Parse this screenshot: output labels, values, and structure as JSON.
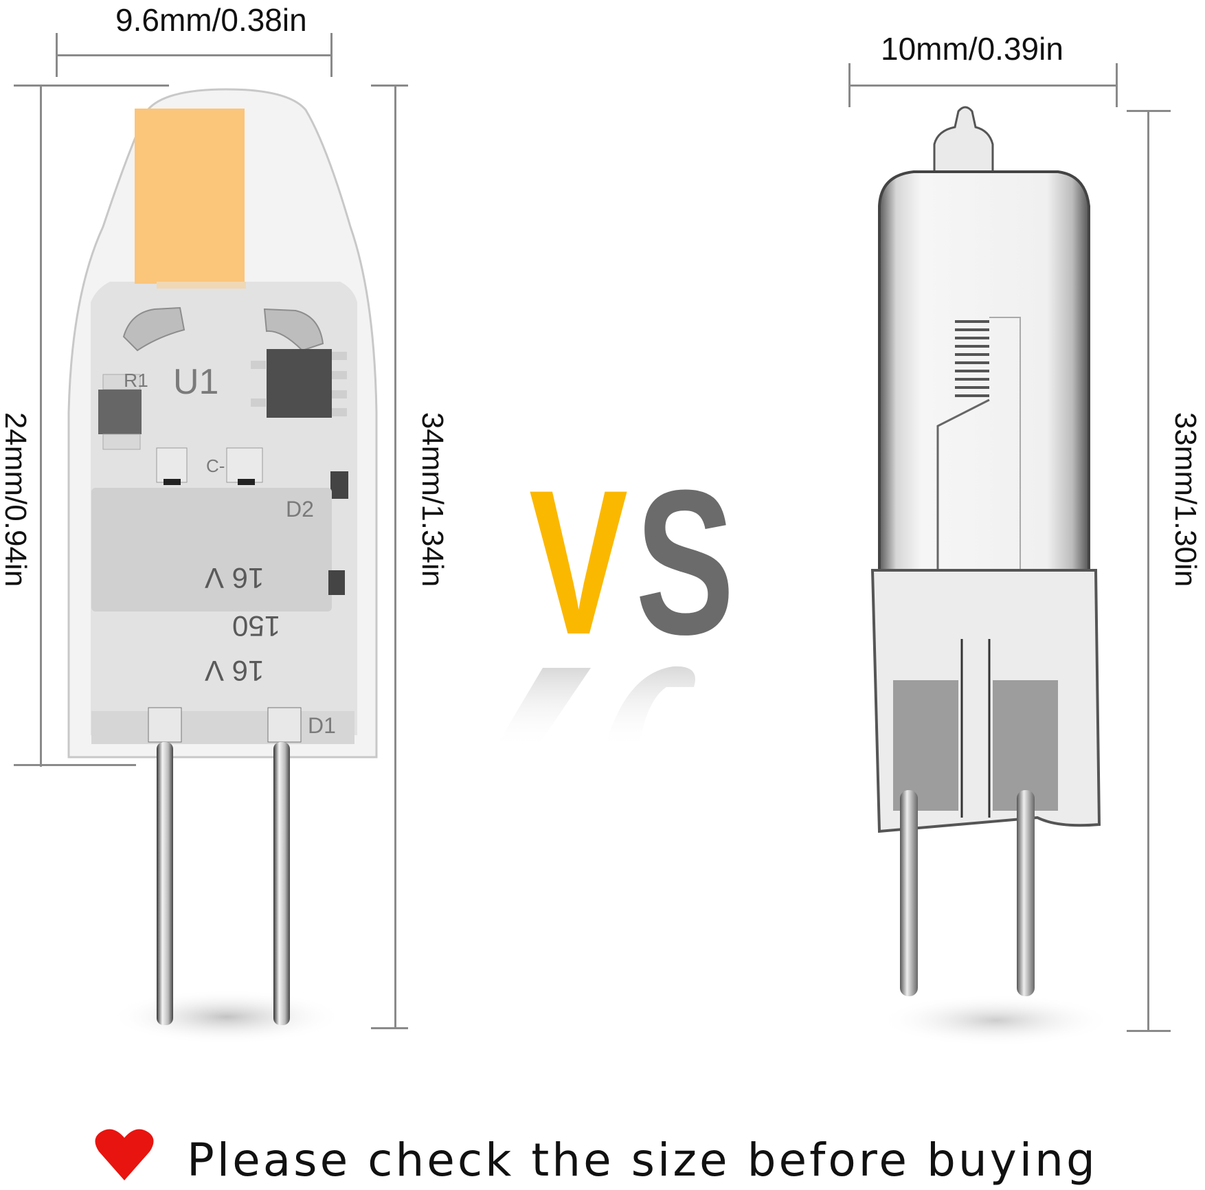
{
  "led_bulb": {
    "width_label": "9.6mm/0.38in",
    "body_height_label": "24mm/0.94in",
    "total_height_label": "34mm/1.34in",
    "chip_color": "#fbc57a",
    "pcb_labels": {
      "r1": "R1",
      "u1": "U1",
      "c": "C-",
      "d2": "D2",
      "d1": "D1",
      "cap_line1": "16 V",
      "cap_line2": "150",
      "cap_line3": "16 V"
    }
  },
  "halogen_bulb": {
    "width_label": "10mm/0.39in",
    "total_height_label": "33mm/1.30in"
  },
  "versus": {
    "v": "V",
    "s": "S",
    "v_color": "#fbb800",
    "s_color": "#6b6b6b"
  },
  "footer": {
    "icon": "heart-icon",
    "icon_color": "#e8140f",
    "text": "Please check the size before buying"
  }
}
